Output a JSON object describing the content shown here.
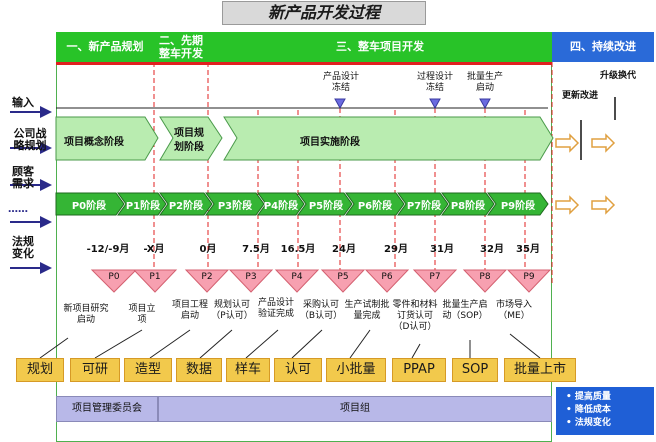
{
  "title": "新产品开发过程",
  "headers": {
    "s1": "一、新产品规划",
    "s2a": "二、先期",
    "s2b": "整车开发",
    "s3": "三、整车项目开发",
    "s4": "四、持续改进"
  },
  "left_labels": {
    "input": "输入",
    "strategy": "公司战略规划",
    "customer": "顾客需求",
    "dots": "……",
    "regulation": "法规变化"
  },
  "freeze": [
    {
      "text": "产品设计冻结"
    },
    {
      "text": "过程设计冻结"
    },
    {
      "text": "批量生产启动"
    }
  ],
  "right_top": {
    "improve": "更新改进",
    "upgrade": "升级换代"
  },
  "stages": [
    {
      "label": "项目概念阶段"
    },
    {
      "label": "项目规划阶段"
    },
    {
      "label": "项目实施阶段"
    }
  ],
  "phases": [
    "P0阶段",
    "P1阶段",
    "P2阶段",
    "P3阶段",
    "P4阶段",
    "P5阶段",
    "P6阶段",
    "P7阶段",
    "P8阶段",
    "P9阶段"
  ],
  "months": [
    "-12/-9月",
    "-X月",
    "0月",
    "7.5月",
    "16.5月",
    "24月",
    "29月",
    "31月",
    "32月",
    "35月"
  ],
  "milestones": [
    "P0",
    "P1",
    "P2",
    "P3",
    "P4",
    "P5",
    "P6",
    "P7",
    "P8",
    "P9"
  ],
  "milestone_desc": [
    "新项目研究启动",
    "项目立项",
    "项目工程启动",
    "规划认可（P认可）",
    "产品设计验证完成",
    "采购认可（B认可）",
    "生产试制批量完成",
    "零件和材料订货认可（D认可）",
    "批量生产启动（SOP）",
    "市场导入（ME）"
  ],
  "chips": [
    "规划",
    "可研",
    "造型",
    "数据",
    "样车",
    "认可",
    "小批量",
    "PPAP",
    "SOP",
    "批量上市"
  ],
  "committee": "项目管理委员会",
  "team": "项目组",
  "bullets": [
    "提高质量",
    "降低成本",
    "法规变化"
  ],
  "colors": {
    "header_green": "#28c328",
    "header_blue": "#2a6ad8",
    "arrow_green": "#8fe08f",
    "milestone_pink": "#f7a0b0",
    "chip_yellow": "#f2c94c",
    "dashed_red": "#e02020"
  }
}
